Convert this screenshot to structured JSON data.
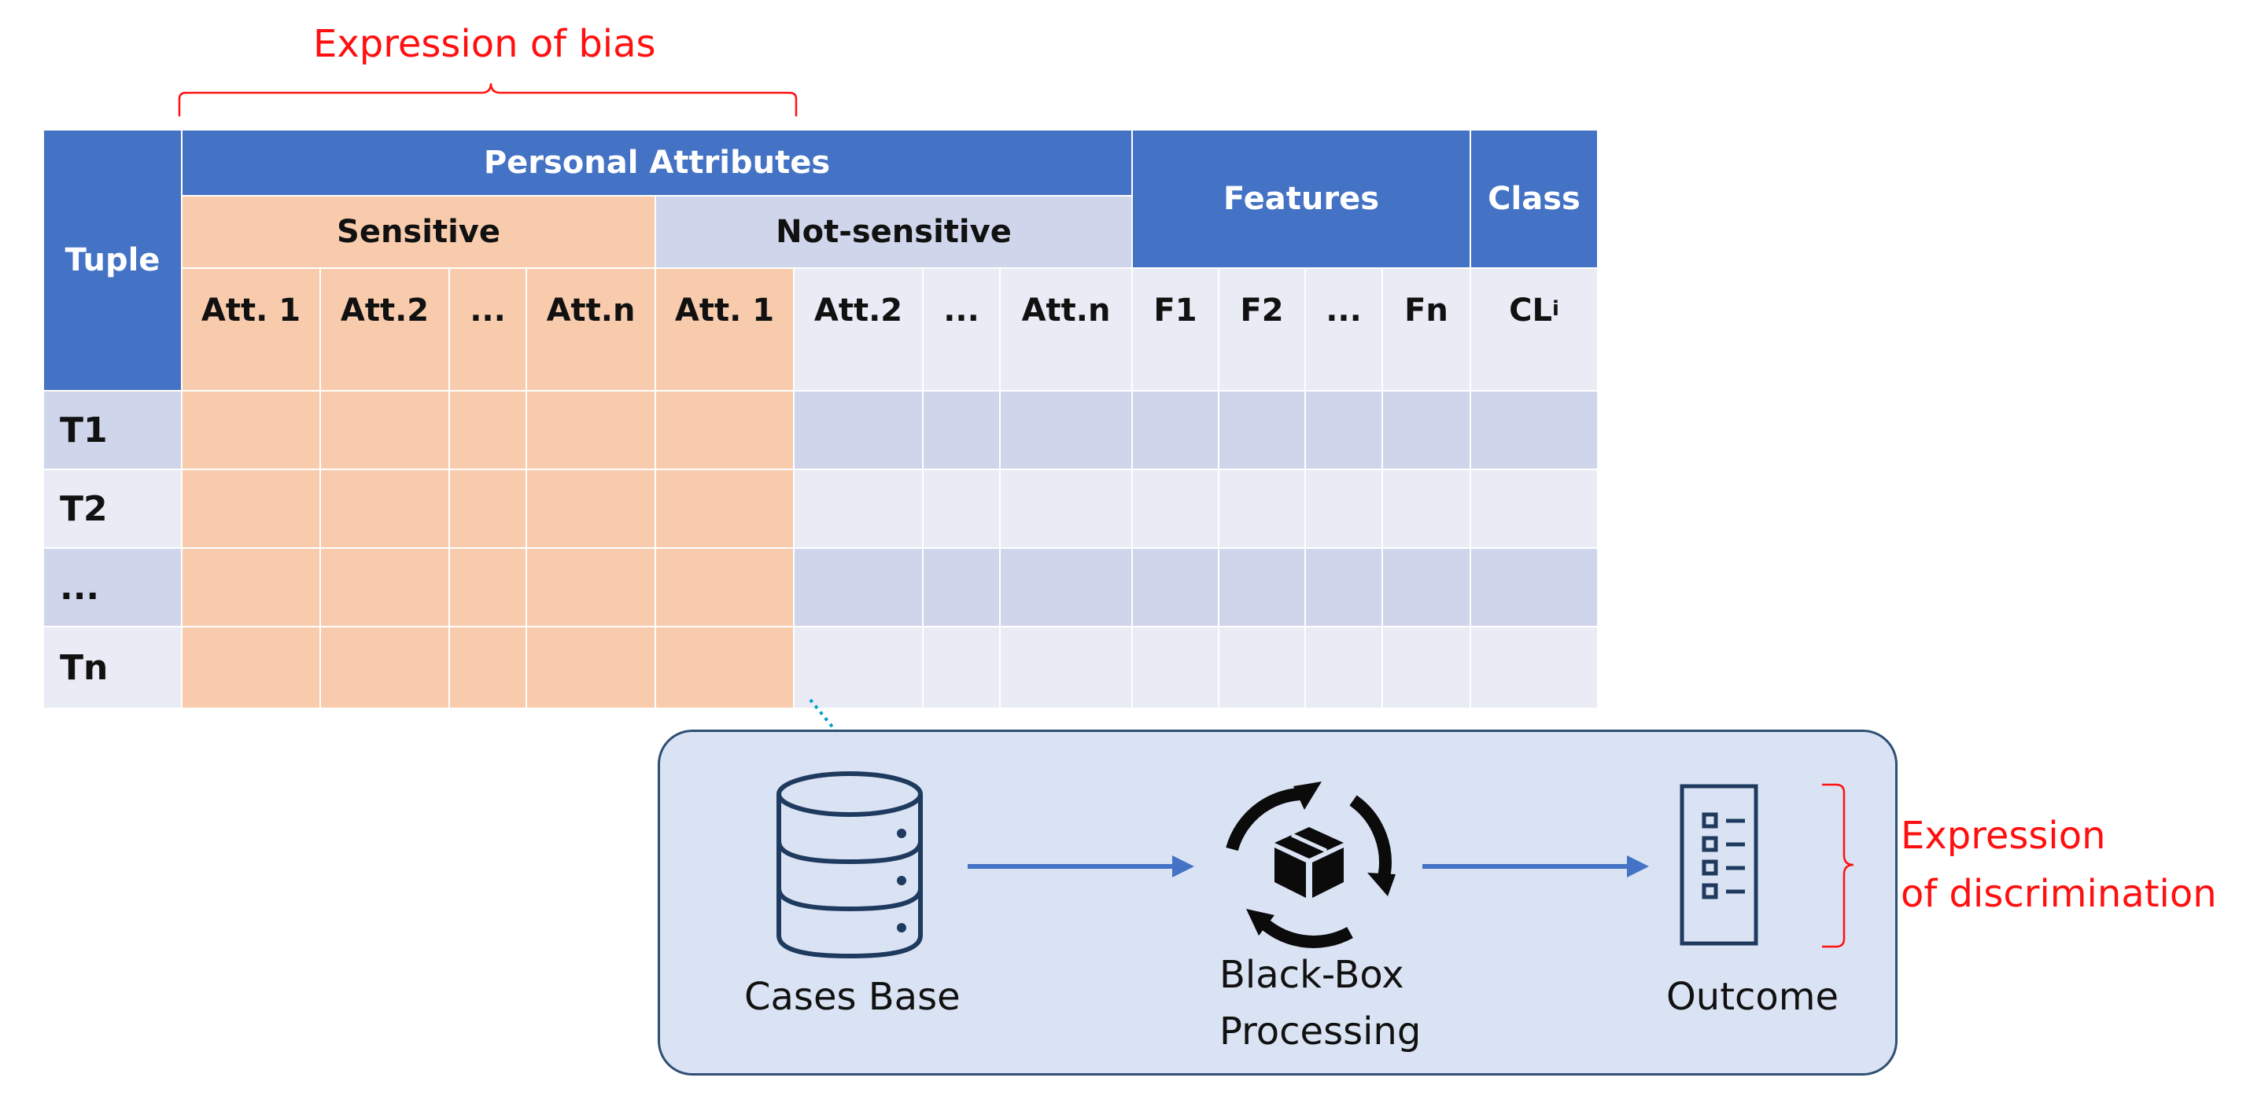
{
  "annotations": {
    "bias": "Expression of bias",
    "discrimination": [
      "Expression",
      "of discrimination"
    ]
  },
  "table": {
    "tuple_header": "Tuple",
    "personal_attributes": "Personal Attributes",
    "sensitive": "Sensitive",
    "not_sensitive": "Not-sensitive",
    "features": "Features",
    "class": "Class",
    "sensitive_columns": [
      "Att. 1",
      "Att.2",
      "...",
      "Att.n"
    ],
    "not_sensitive_columns": [
      "Att. 1",
      "Att.2",
      "...",
      "Att.n"
    ],
    "feature_columns": [
      "F1",
      "F2",
      "...",
      "Fn"
    ],
    "class_column": {
      "main": "CL",
      "sub": "i"
    },
    "rows": [
      "T1",
      "T2",
      "...",
      "Tn"
    ]
  },
  "process": {
    "cases_base": "Cases Base",
    "black_box": [
      "Black-Box",
      "Processing"
    ],
    "outcome": "Outcome"
  },
  "colors": {
    "header_blue": "#4472c4",
    "sensitive_orange": "#f8cbad",
    "not_sensitive_lavender": "#cfd5ea",
    "row_light": "#e9ebf5",
    "panel_fill": "#dae3f3",
    "icon_navy": "#1f3a5f",
    "arrow_blue": "#4472c4",
    "annotation_red": "#ff1010"
  }
}
